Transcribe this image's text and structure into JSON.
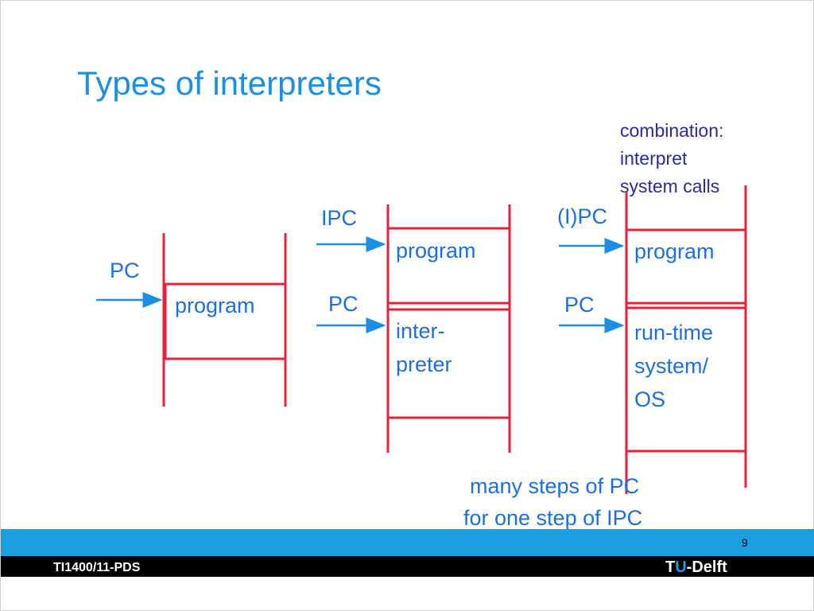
{
  "slide": {
    "title": "Types of interpreters",
    "note": [
      "combination:",
      "interpret",
      "system calls"
    ],
    "page_number": "9",
    "course_code": "TI1400/11-PDS",
    "logo": {
      "t": "T",
      "u": "U",
      "rest": "-Delft"
    }
  },
  "diagram1": {
    "pc_label": "PC",
    "box_label": "program"
  },
  "diagram2": {
    "ipc_label": "IPC",
    "pc_label": "PC",
    "top_box": "program",
    "bottom_box": [
      "inter-",
      "preter"
    ]
  },
  "diagram3": {
    "ipc_label": "(I)PC",
    "pc_label": "PC",
    "top_box": "program",
    "bottom_box": [
      "run-time",
      "system/",
      "OS"
    ]
  },
  "caption": [
    "many steps of PC",
    "for one step of IPC"
  ],
  "colors": {
    "title": "#1a8fe3",
    "text": "#1a6fe3",
    "note": "#2a2aa0",
    "lines": "#e8203a",
    "band": "#1a9fe0"
  }
}
